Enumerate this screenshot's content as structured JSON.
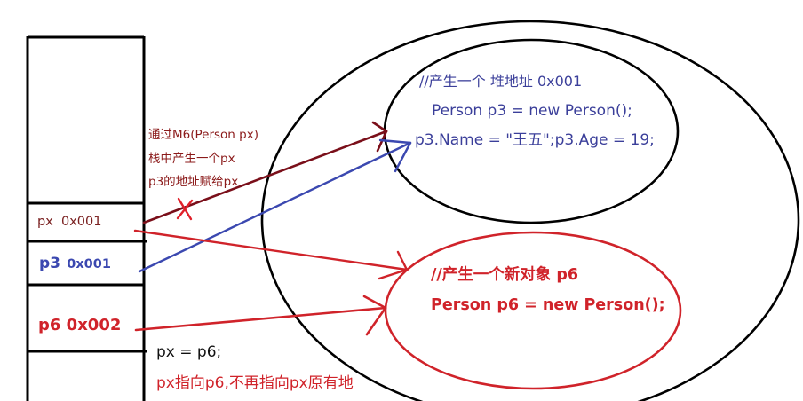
{
  "colors": {
    "outline": "#000000",
    "dark_red": "#7a0f1a",
    "red": "#d0232a",
    "blue": "#3b48b0",
    "blue_text": "#3b3f9a",
    "note_red": "#8b1a1a"
  },
  "stack": {
    "rows": [
      {
        "name": "px",
        "address": "0x001",
        "label": "px  0x001",
        "color": "#7a2020"
      },
      {
        "name": "p3",
        "address": "0x001",
        "label_name": "p3",
        "label_address": "0x001",
        "color": "#3b48b0"
      },
      {
        "name": "p6",
        "address": "0x002",
        "label": "p6 0x002",
        "color": "#d0232a"
      }
    ]
  },
  "annotations": {
    "method_note": [
      "通过M6(Person px)",
      "栈中产生一个px",
      "p3的地址赋给px"
    ],
    "assignment": "px = p6;",
    "assignment_note": "px指向p6,不再指向px原有地"
  },
  "heap": {
    "object_p3": {
      "comment": "//产生一个 堆地址 0x001",
      "line1": "Person p3 = new Person();",
      "line2": "p3.Name = \"王五\";p3.Age = 19;"
    },
    "object_p6": {
      "comment": "//产生一个新对象 p6",
      "line1": "Person p6 = new Person();"
    }
  },
  "arrows": [
    {
      "from": "px",
      "to": "object_p3",
      "color": "dark_red",
      "crossed_out": true
    },
    {
      "from": "p3",
      "to": "object_p3",
      "color": "blue"
    },
    {
      "from": "px",
      "to": "object_p6",
      "color": "red"
    },
    {
      "from": "p6",
      "to": "object_p6",
      "color": "red"
    }
  ]
}
